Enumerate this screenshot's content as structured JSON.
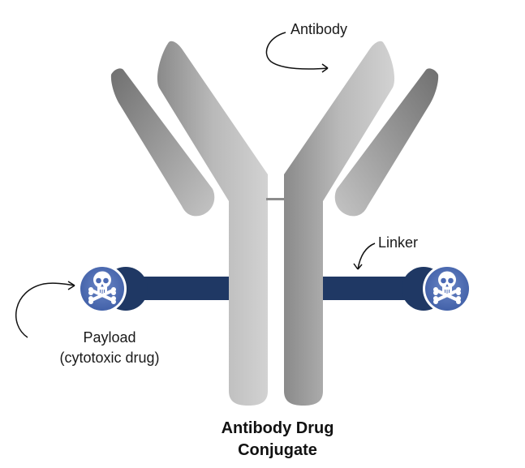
{
  "labels": {
    "antibody": "Antibody",
    "linker": "Linker",
    "payload_line1": "Payload",
    "payload_line2": "(cytotoxic drug)",
    "title_line1": "Antibody Drug",
    "title_line2": "Conjugate"
  },
  "icons": {
    "payload_left": "skull-crossbones-icon",
    "payload_right": "skull-crossbones-icon"
  },
  "colors": {
    "antibody_gray": "#a6a6a6",
    "linker_navy": "#1f3864",
    "payload_blue": "#4a69b3"
  }
}
